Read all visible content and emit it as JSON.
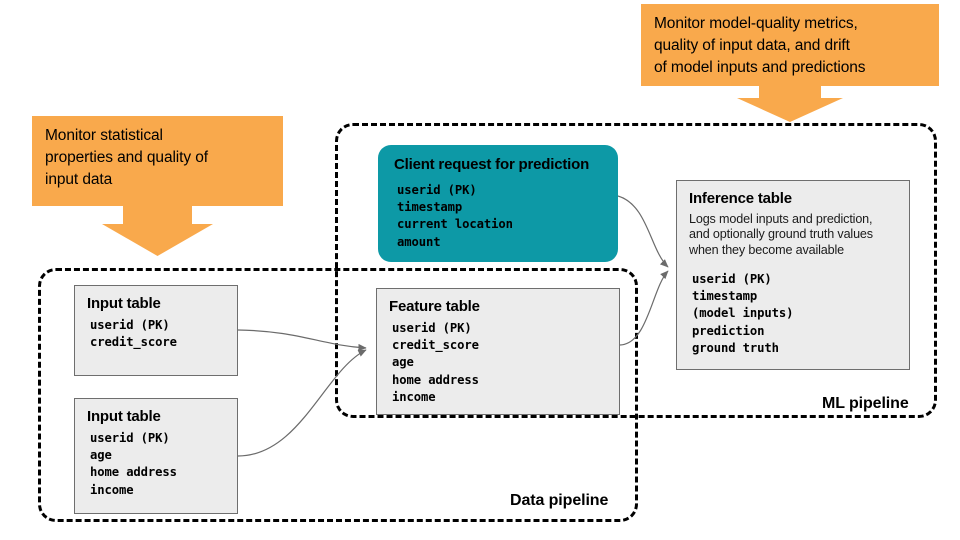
{
  "colors": {
    "orange": "#f9a94c",
    "teal": "#0d99a6",
    "box_fill": "#ececec",
    "box_border": "#6e6e6e",
    "dashed_border": "#000000",
    "connector": "#6b6b6b"
  },
  "callouts": [
    {
      "id": "left",
      "text": "Monitor statistical\nproperties and quality of\ninput data"
    },
    {
      "id": "right",
      "text": "Monitor model-quality metrics,\nquality of input data, and drift\nof model inputs and predictions"
    }
  ],
  "pipelines": [
    {
      "id": "data",
      "label": "Data pipeline"
    },
    {
      "id": "ml",
      "label": "ML pipeline"
    }
  ],
  "entities": [
    {
      "id": "input-table-1",
      "title": "Input table",
      "desc": "",
      "fields": "userid (PK)\ncredit_score"
    },
    {
      "id": "input-table-2",
      "title": "Input table",
      "desc": "",
      "fields": "userid (PK)\nage\nhome address\nincome"
    },
    {
      "id": "feature-table",
      "title": "Feature table",
      "desc": "",
      "fields": "userid (PK)\ncredit_score\nage\nhome address\nincome"
    },
    {
      "id": "client-request",
      "title": "Client request for prediction",
      "desc": "",
      "fields": "userid (PK)\ntimestamp\ncurrent location\namount"
    },
    {
      "id": "inference-table",
      "title": "Inference table",
      "desc": "Logs model inputs and prediction,\nand optionally ground truth values\nwhen they become available",
      "fields": "userid (PK)\ntimestamp\n(model inputs)\nprediction\nground truth"
    }
  ]
}
